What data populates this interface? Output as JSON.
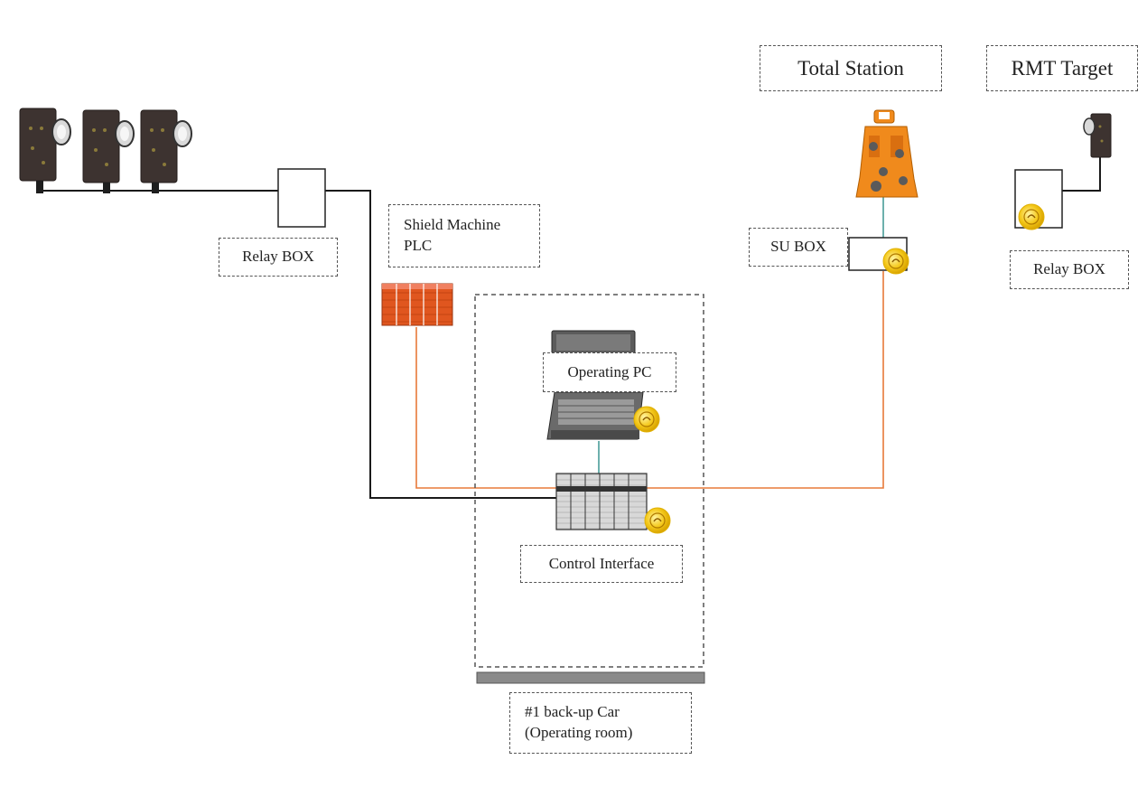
{
  "colors": {
    "black_cable": "#1a1a1a",
    "orange_cable": "#e87a3a",
    "teal_cable": "#2f8f8a",
    "plc": "#e0561f",
    "total_station": "#f08a1c",
    "wireless_badge": "#f4c81a",
    "target_body": "#3d3330",
    "interface": "#d6d6d6"
  },
  "icons": {
    "target": "prism-target-icon",
    "wireless": "wireless-badge-icon",
    "total_station": "total-station-icon",
    "pc": "laptop-pc-icon",
    "plc": "plc-rack-icon",
    "interface": "control-interface-rack-icon"
  },
  "labels": {
    "total_station": "Total Station",
    "rmt_target": "RMT Target",
    "relay_box_left": "Relay BOX",
    "shield_plc": "Shield Machine\nPLC",
    "su_box": "SU BOX",
    "relay_box_right": "Relay BOX",
    "operating_pc": "Operating PC",
    "control_interface": "Control Interface",
    "backup_car": "#1 back-up Car\n(Operating room)"
  }
}
